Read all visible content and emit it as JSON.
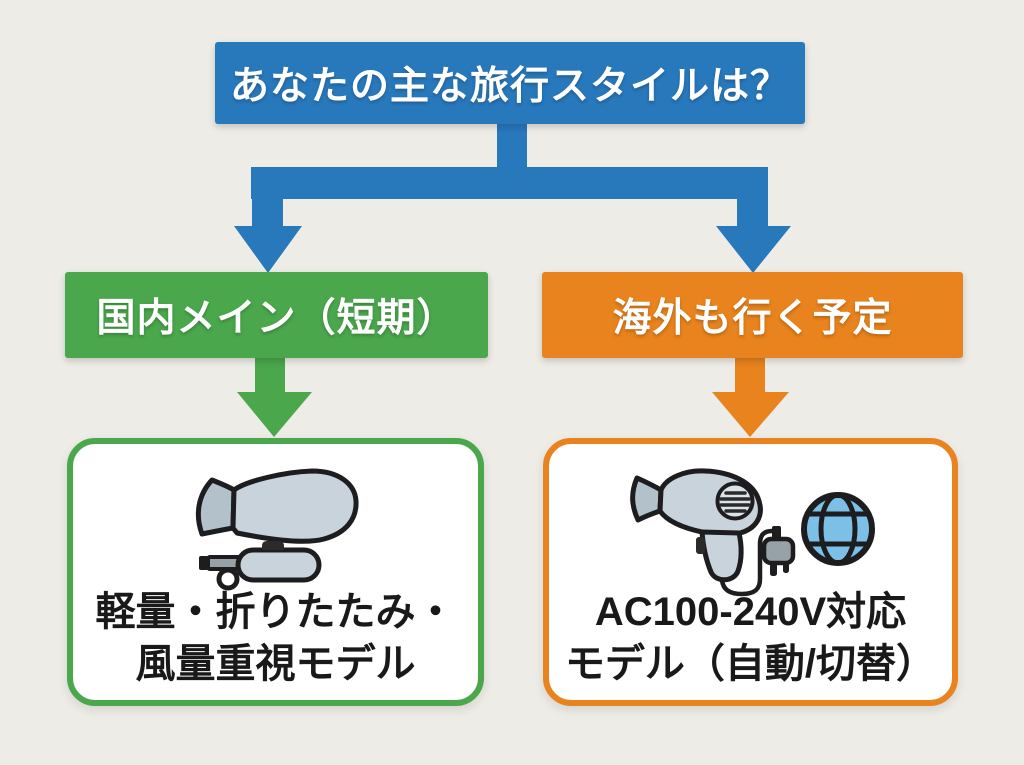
{
  "colors": {
    "blue": "#2878BC",
    "green": "#4AA74C",
    "orange": "#E8831D",
    "background": "#EDECE6",
    "card_bg": "#FFFFFF",
    "text_light": "#FFFFFF",
    "text_dark": "#191919",
    "icon_outline": "#1D1D1F",
    "icon_fill": "#C8D3DB",
    "icon_fill_dark": "#B3C1CB",
    "icon_vent": "#DCE3E8",
    "icon_plug": "#97A1A8",
    "globe_fill": "#7CC0E8"
  },
  "question": {
    "label": "あなたの主な旅行スタイルは？"
  },
  "branches": [
    {
      "id": "domestic",
      "label": "国内メイン（短期）"
    },
    {
      "id": "overseas",
      "label": "海外も行く予定"
    }
  ],
  "results": [
    {
      "id": "domestic-model",
      "line1": "軽量・折りたたみ・",
      "line2": "風量重視モデル",
      "icons": [
        "foldable-hair-dryer-icon"
      ]
    },
    {
      "id": "overseas-model",
      "line1": "AC100-240V対応",
      "line2": "モデル（自動/切替）",
      "icons": [
        "hair-dryer-with-plug-icon",
        "globe-icon"
      ]
    }
  ]
}
